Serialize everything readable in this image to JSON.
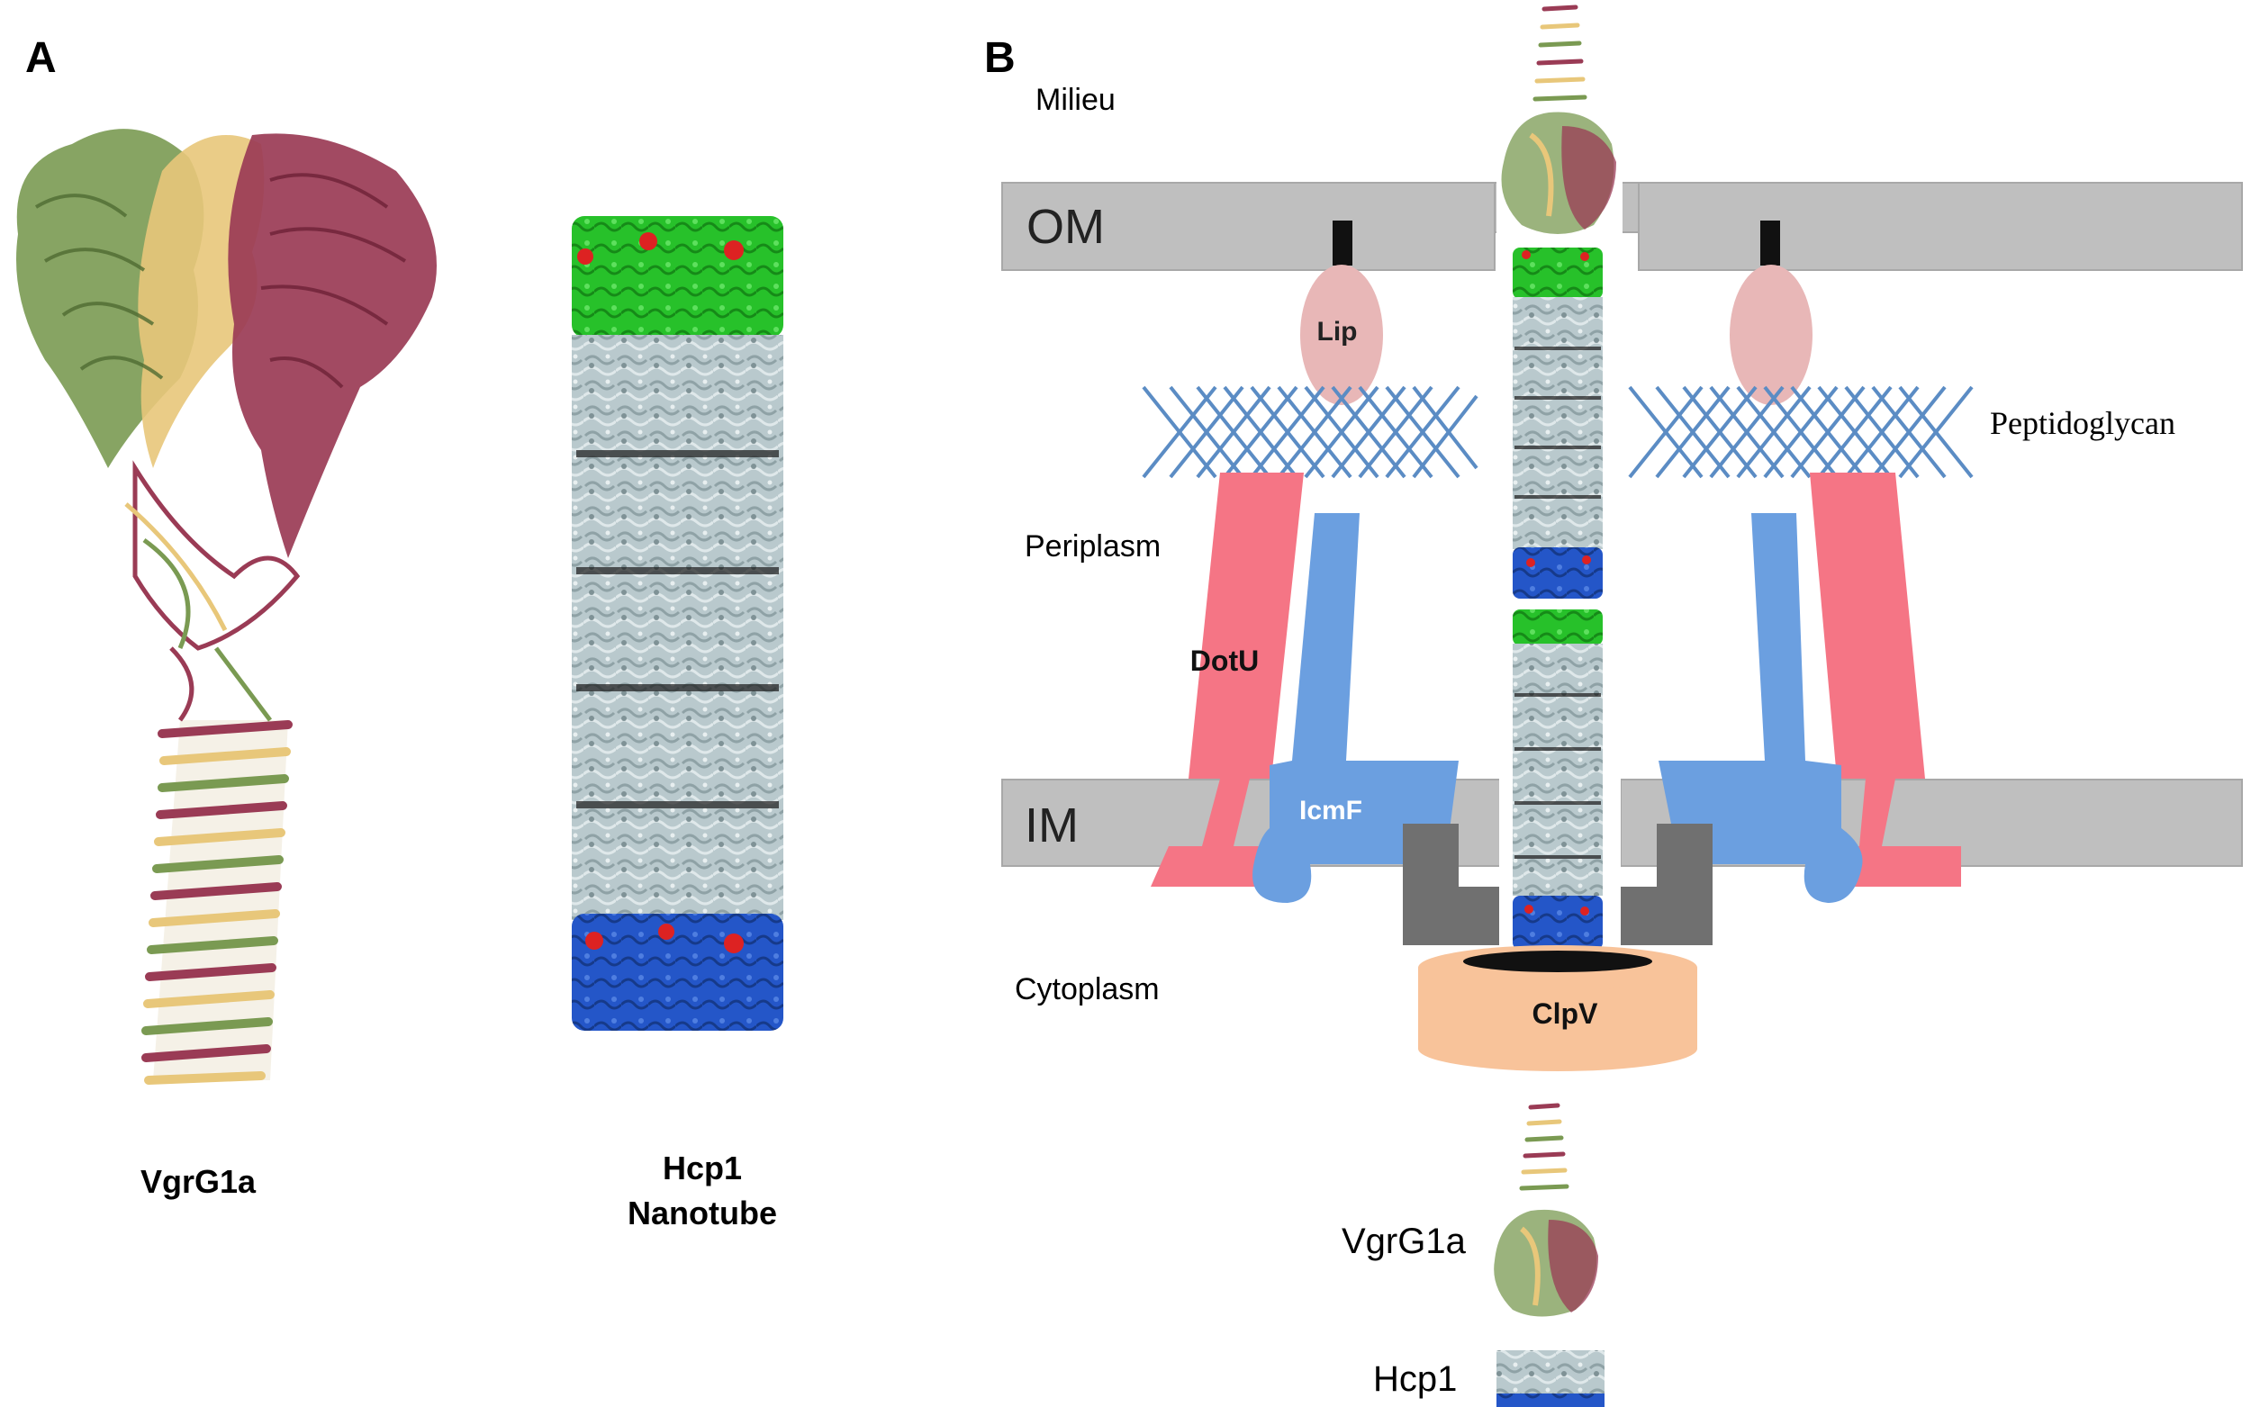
{
  "panel_a": {
    "letter": "A",
    "vgrg1a_label": "VgrG1a",
    "hcp1_label_line1": "Hcp1",
    "hcp1_label_line2": "Nanotube"
  },
  "panel_b": {
    "letter": "B",
    "milieu": "Milieu",
    "om": "OM",
    "im": "IM",
    "lip": "Lip",
    "peptidoglycan": "Peptidoglycan",
    "periplasm": "Periplasm",
    "dotu": "DotU",
    "icmf": "IcmF",
    "cytoplasm": "Cytoplasm",
    "clpv": "ClpV",
    "vgrg1a": "VgrG1a",
    "hcp1": "Hcp1"
  },
  "colors": {
    "vgrg_green": "#7a9a52",
    "vgrg_tan": "#e8c77a",
    "vgrg_maroon": "#9a3b55",
    "hcp_green": "#2bbf2b",
    "hcp_gray": "#b8c8cc",
    "hcp_blue": "#2456c8",
    "hcp_red": "#dd2222",
    "membrane_gray": "#bfbfbf",
    "lip_pink": "#e8b7b7",
    "peptidoglycan_blue": "#5b8cc4",
    "dotu_red": "#f57585",
    "icmf_blue": "#6b9fe0",
    "baseplate_gray": "#707070",
    "clpv_orange": "#f8c39a"
  }
}
